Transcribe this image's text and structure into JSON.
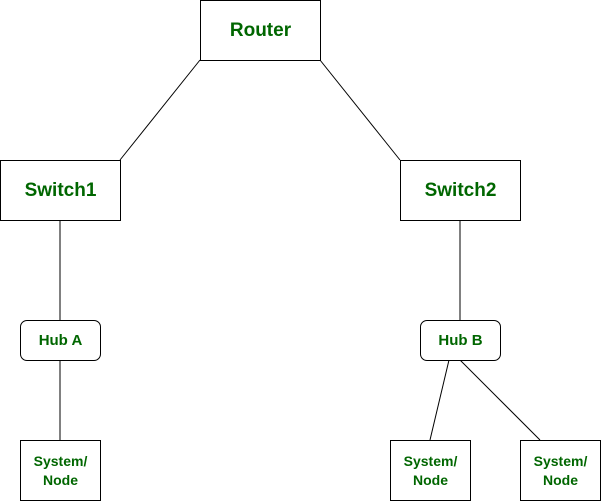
{
  "diagram": {
    "text_color": "#006600",
    "border_color": "#000000",
    "nodes": {
      "router": "Router",
      "switch1": "Switch1",
      "switch2": "Switch2",
      "hub_a": "Hub A",
      "hub_b": "Hub B",
      "node_a": "System/\nNode",
      "node_b1": "System/\nNode",
      "node_b2": "System/\nNode"
    }
  }
}
